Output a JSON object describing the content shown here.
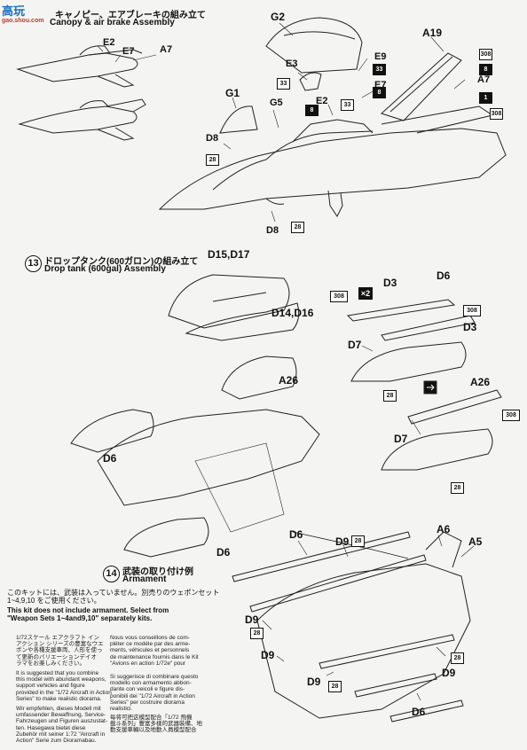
{
  "watermark": {
    "logo_text": "高玩",
    "site": "gao.shou.com"
  },
  "step12": {
    "title_jp": "キャノピー、エアブレーキの組み立て",
    "title_en": "Canopy & air brake Assembly"
  },
  "step13": {
    "number": "13",
    "title_jp": "ドロップタンク(600ガロン)の組み立て",
    "title_en": "Drop tank (600gal) Assembly"
  },
  "step14": {
    "number": "14",
    "title_jp": "武装の取り付け例",
    "title_en": "Armament"
  },
  "labels": {
    "G2": "G2",
    "A19": "A19",
    "E2a": "E2",
    "E7a": "E7",
    "A7a": "A7",
    "E3": "E3",
    "E9": "E9",
    "E2b": "E2",
    "E7b": "E7",
    "A7b": "A7",
    "G1": "G1",
    "G5": "G5",
    "D8a": "D8",
    "D8b": "D8",
    "D15D17": "D15,D17",
    "D14D16": "D14,D16",
    "D3a": "D3",
    "D6a": "D6",
    "D3b": "D3",
    "D7a": "D7",
    "A26a": "A26",
    "A26b": "A26",
    "D6b": "D6",
    "D7b": "D7",
    "D6c": "D6",
    "D6d": "D6",
    "A6": "A6",
    "A5": "A5",
    "D9a": "D9",
    "D9b": "D9",
    "D9c": "D9",
    "D9d": "D9",
    "D6e": "D6",
    "D9e": "D9"
  },
  "badges": {
    "b308": "308",
    "b8": "8",
    "b1": "1",
    "b33": "33",
    "b28": "28",
    "x2": "×2"
  },
  "armament_note": {
    "jp": "このキットには、武装は入っていません。別売りのウェポンセット\n1~4,9,10 をご使用ください。",
    "en": "This kit does not include armament. Select from\n\"Weapon Sets 1~4and9,10\" separately kits."
  },
  "small_notes": {
    "jp1": "1/72スケール エアクラフト イン\nアクション シリーズの豊富なウエ\nポンや各種支援車両、人形を使っ\nて更新のバリエーションデイオ\nラマをお楽しみください。",
    "en": "It is suggested that you combine\nthis model with abundant weapons,\nsupport vehicles and figure\nprovided in the \"1/72 Aircraft in Action\nSeries\" to make realistic diorama.",
    "de": "Wir empfehlen, dieses Modell mit\numfassender Bewaffnung, Service-\nFahrzeugen und Figuren auszustat-\nten. Hasegawa bietet diese\nZubehör mit seiner 1:72 \"Aircraft in\nAction\" Serie zum Dioramabau.",
    "fr": "Nous vous conseillons de com-\npléter ce modèle par des arme-\nments, véhicules et personnels\nde maintenance fournis dans le Kit\n\"Avions en action 1/72e\" pour",
    "it": "Si suggerisce di combinare questo\nmodello con armamento abbon-\ndante con veicoli e figure dis-\nponibili dei \"1/72 Aircraft in Action\nSeries\" per costruire diorama\nrealistici.",
    "zh": "每将可把这模型配合「1/72 飛機\n載斗系列」豐富多樣的武器裝備、地\n勤支援車輛以及地勤人員模型配合"
  }
}
